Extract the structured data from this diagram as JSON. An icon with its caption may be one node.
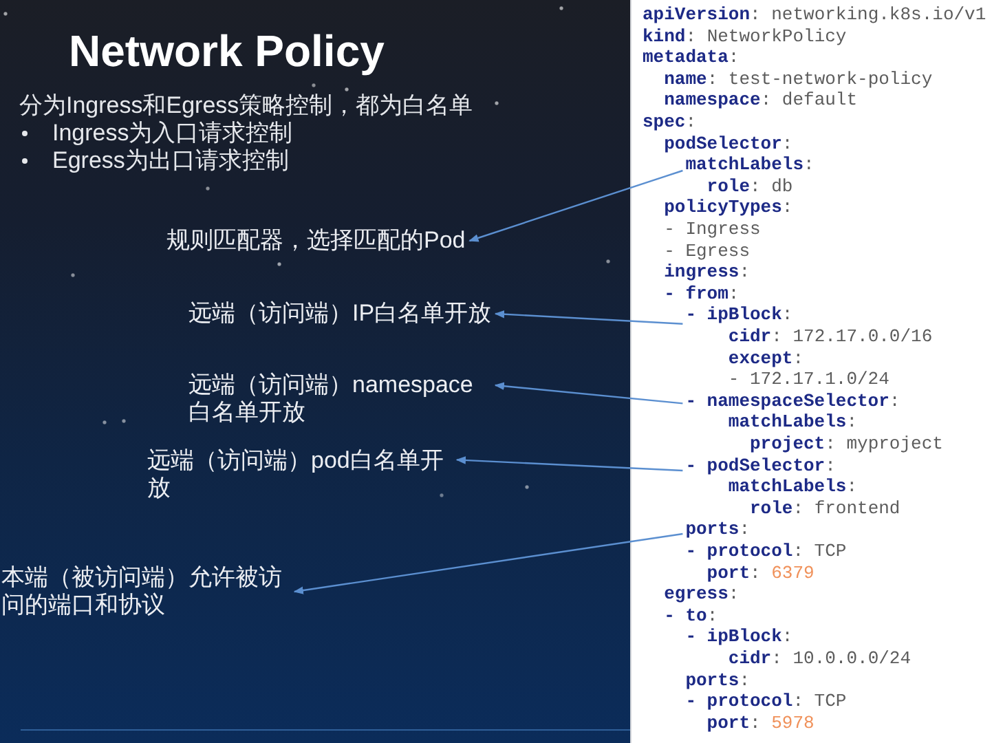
{
  "diagram": {
    "title": "Network Policy",
    "nodes": [
      {
        "text": [
          "规则匹配器，选择匹配的Pod"
        ]
      },
      {
        "text": [
          "远端（访问端）IP白名单开放"
        ]
      },
      {
        "text": [
          "远端（访问端）namespace白名单开放"
        ]
      },
      {
        "text": [
          "远端（访问端）pod白名单开放"
        ]
      },
      {
        "text": [
          "本端（被访问端）允许被访问的端口和协议"
        ]
      },
      {
        "text": [
          "**apiVersion**: networking.k8s.io/v1",
          "**kind**: NetworkPolicy",
          "**metadata**:",
          "**name**: test-network-policy",
          "**namespace**: default",
          "**spec**:",
          "**podSelector**:",
          "**role**: db",
          "**policyTypes**:",
          "- Ingress",
          "- Egress",
          "**ingress**:",
          "**- from**:",
          "**cidr**: 172.17.0.0/16",
          "**except**:",
          "- 172.17.1.0/24",
          "**matchLabels**:",
          "**project**: myproject",
          "**matchLabels**:",
          "**role**: frontend",
          "**- protocol**: TCP",
          "**port**: 6379",
          "**egress**:",
          "**- to**:",
          "**- ipBlock**:",
          "**cidr**: 10.0.0.0/24",
          "**ports**:",
          "**- protocol**: TCP",
          "**port**: 5978"
        ]
      },
      {
        "text": [
          "**matchLabels**:"
        ],
        "in": 5
      },
      {
        "text": [
          "**- ipBlock**:"
        ],
        "in": 5
      },
      {
        "text": [
          "**- namespaceSelector**:"
        ],
        "in": 5
      },
      {
        "text": [
          "**- podSelector**:"
        ],
        "in": 5
      },
      {
        "text": [
          "**ports**:"
        ],
        "in": 5
      }
    ],
    "edges": [
      {
        "from": 6,
        "to": 0,
        "arrow": "to"
      },
      {
        "from": 7,
        "to": 1,
        "arrow": "to"
      },
      {
        "from": 8,
        "to": 2,
        "arrow": "to"
      },
      {
        "from": 9,
        "to": 3,
        "arrow": "to"
      },
      {
        "from": 10,
        "to": 4,
        "arrow": "to"
      }
    ],
    "labels": [
      "分为Ingress和Egress策略控制，都为白名单",
      "Ingress为入口请求控制",
      "Egress为出口请求控制"
    ]
  }
}
